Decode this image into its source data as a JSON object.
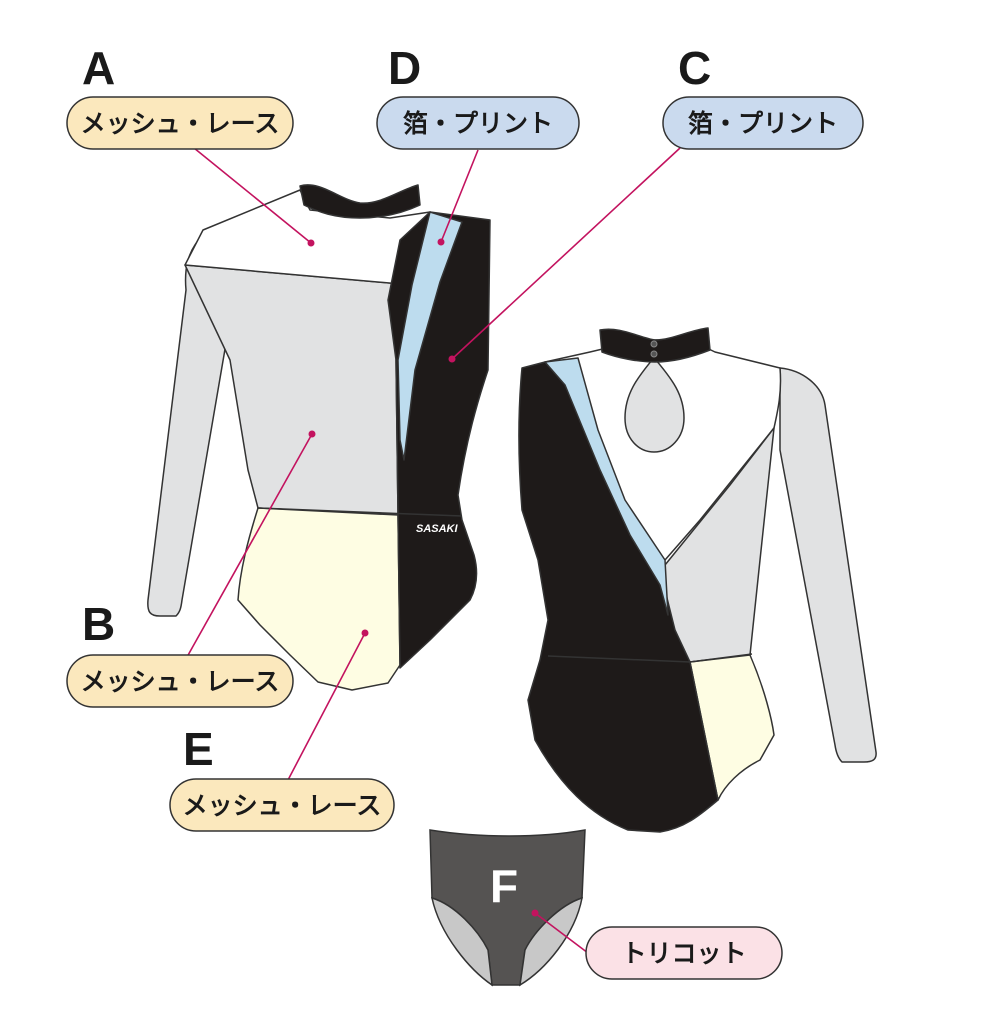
{
  "colors": {
    "outline": "#333333",
    "black_panel": "#1e1a19",
    "mesh_gray": "#e1e2e3",
    "mesh_white": "#ffffff",
    "cream": "#fefde3",
    "light_blue": "#bddcee",
    "brief_dark": "#555352",
    "brief_light": "#c8c8c8",
    "leader_magenta": "#c3135f",
    "pill_yellow": "#fbe8bd",
    "pill_blue": "#cadaee",
    "pill_pink": "#fbe1e6"
  },
  "callouts": [
    {
      "letter": "A",
      "label": "メッシュ・レース",
      "pill_color": "yellow"
    },
    {
      "letter": "B",
      "label": "メッシュ・レース",
      "pill_color": "yellow"
    },
    {
      "letter": "C",
      "label": "箔・プリント",
      "pill_color": "blue"
    },
    {
      "letter": "D",
      "label": "箔・プリント",
      "pill_color": "blue"
    },
    {
      "letter": "E",
      "label": "メッシュ・レース",
      "pill_color": "yellow"
    },
    {
      "letter": "F",
      "label": "トリコット",
      "pill_color": "pink"
    }
  ],
  "brand_logo": "SASAKI"
}
